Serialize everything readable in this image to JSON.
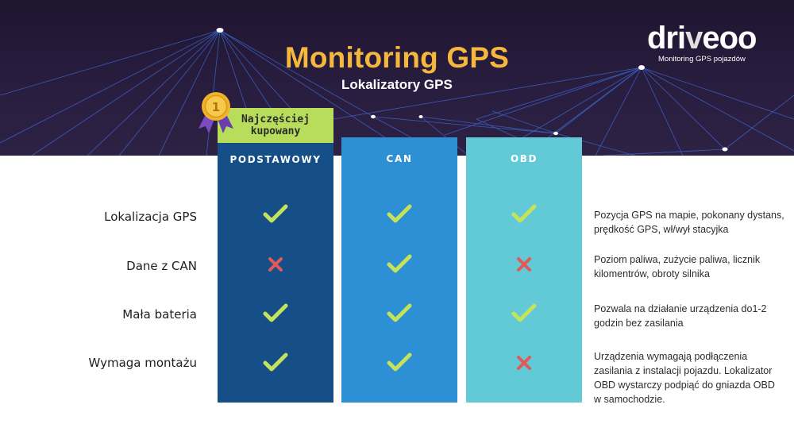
{
  "header": {
    "title": "Monitoring GPS",
    "subtitle": "Lokalizatory GPS"
  },
  "logo": {
    "word_a": "dri",
    "word_v": "v",
    "word_b": "eoo",
    "tagline": "Monitoring GPS pojazdów"
  },
  "badge": {
    "line1": "Najczęściej",
    "line2": "kupowany",
    "medal_number": "1"
  },
  "columns": [
    {
      "label": "PODSTAWOWY",
      "color": "#164f88"
    },
    {
      "label": "CAN",
      "color": "#2d8fd4"
    },
    {
      "label": "OBD",
      "color": "#62c9d7"
    }
  ],
  "rows": [
    {
      "feature": "Lokalizacja GPS",
      "marks": [
        "check",
        "check",
        "check"
      ],
      "description": "Pozycja GPS na mapie, pokonany dystans, prędkość GPS, wł/wył stacyjka"
    },
    {
      "feature": "Dane z CAN",
      "marks": [
        "cross",
        "check",
        "cross"
      ],
      "description": "Poziom paliwa, zużycie paliwa, licznik kilomentrów, obroty silnika"
    },
    {
      "feature": "Mała bateria",
      "marks": [
        "check",
        "check",
        "check"
      ],
      "description": "Pozwala na działanie urządzenia do1-2 godzin bez zasilania"
    },
    {
      "feature": "Wymaga montażu",
      "marks": [
        "check",
        "check",
        "cross"
      ],
      "description": "Urządzenia wymagają podłączenia zasilania z instalacji pojazdu. Lokalizator OBD wystarczy podpiąć do gniazda OBD w samochodzie."
    }
  ],
  "colors": {
    "check": "#c4e35a",
    "cross": "#e05a5a",
    "title": "#f5b83c",
    "medal": "#f2b22a",
    "ribbon": "#7a4bc2"
  }
}
